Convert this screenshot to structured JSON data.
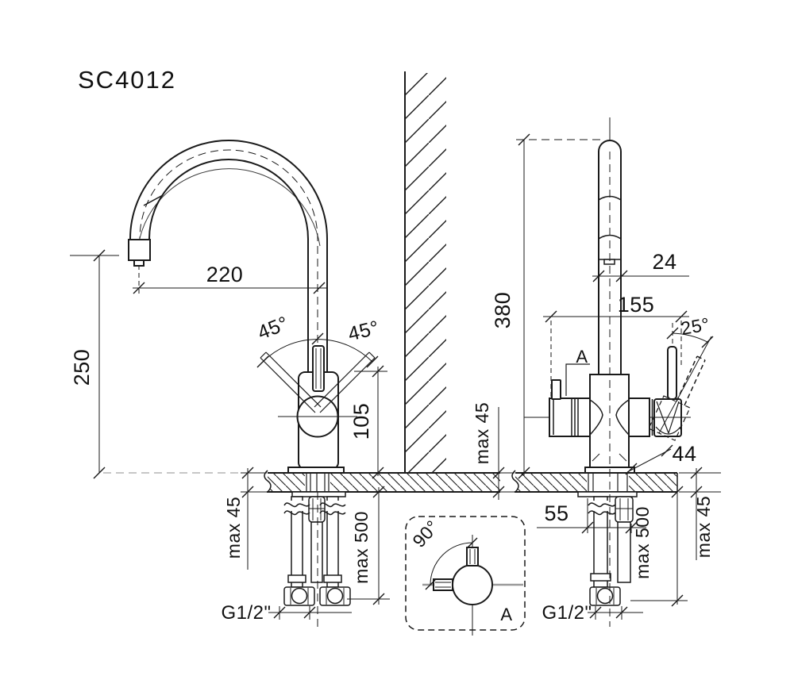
{
  "title": "SC4012",
  "colors": {
    "line": "#1a1a1a",
    "centerline_gray": "#8f8f8f",
    "background": "#ffffff"
  },
  "side_view": {
    "spout_reach": "220",
    "spout_height": "250",
    "body_height": "105",
    "swivel_left": "45°",
    "swivel_right": "45°",
    "deck_thickness": "max 45",
    "hose_length": "max 500",
    "thread": "G1/2\""
  },
  "front_view": {
    "total_height": "380",
    "spout_diameter": "24",
    "overall_width": "155",
    "lever_angle": "25°",
    "handle_width": "44",
    "deck_thickness_left": "max 45",
    "deck_thickness_right": "max 45",
    "hose_offset": "55",
    "hose_length": "max 500",
    "thread": "G1/2\"",
    "section_ref": "A"
  },
  "detail_a": {
    "rotation": "90°",
    "label": "A"
  }
}
